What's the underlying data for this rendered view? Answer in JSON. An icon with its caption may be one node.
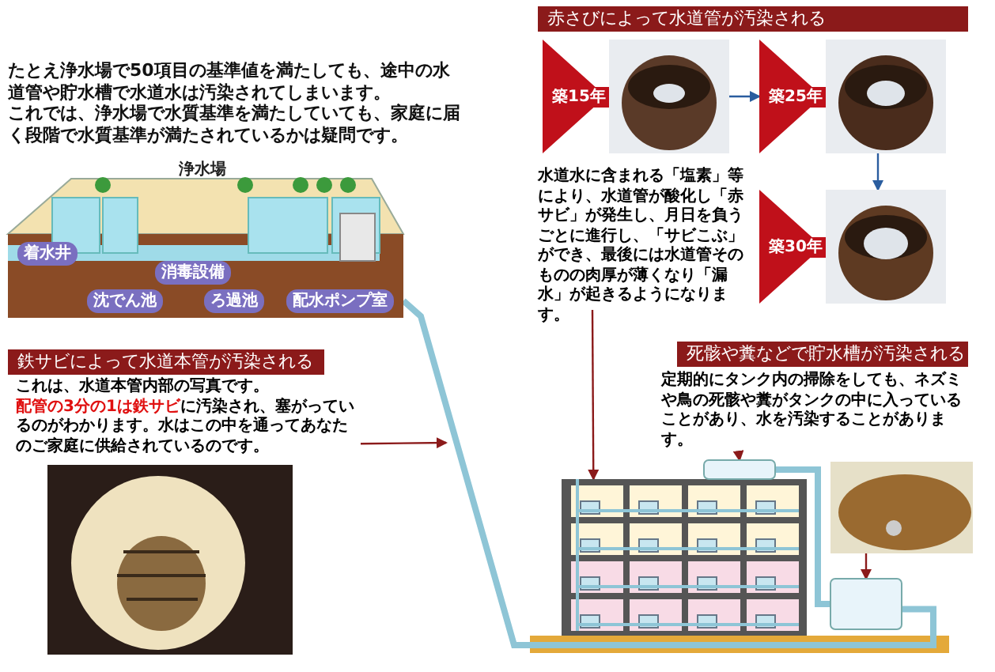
{
  "diagram": {
    "nodes": [
      {
        "text": [
          "浄水場"
        ]
      },
      {
        "text": [
          "着水井"
        ],
        "in": 0
      },
      {
        "text": [
          "消毒設備"
        ],
        "in": 0
      },
      {
        "text": [
          "沈でん池"
        ],
        "in": 0
      },
      {
        "text": [
          "ろ過池"
        ],
        "in": 0
      },
      {
        "text": [
          "配水ポンプ室"
        ],
        "in": 0
      },
      {
        "text": [
          "赤さびによって水道管が汚染される"
        ]
      },
      {
        "text": [
          "築15年"
        ]
      },
      {
        "text": [
          "築25年"
        ]
      },
      {
        "text": [
          "築30年"
        ]
      },
      {
        "text": [
          "水道水に含まれる「塩素」等により、水道管が酸化し「赤サビ」が発生し、月日を負うごとに進行し、「サビこぶ」ができ、最後には水道管そのものの肉厚が薄くなり「漏水」が起きるようになります。"
        ]
      },
      {
        "text": [
          "鉄サビによって水道本管が汚染される"
        ]
      },
      {
        "text": [
          "これは、水道本管内部の写真です。",
          "**配管の3分の1は鉄サビ**に汚染され、塞がっているのがわかります。水はこの中を通ってあなたのご家庭に供給されているのです。"
        ]
      },
      {
        "text": [],
        "shape": "picture"
      },
      {
        "text": [
          "死骸や糞などで貯水槽が汚染される"
        ]
      },
      {
        "text": [
          "定期的にタンク内の掃除をしても、ネズミや鳥の死骸や糞がタンクの中に入っていることがあり、水を汚染することがあります。"
        ]
      },
      {
        "text": [],
        "shape": "picture"
      },
      {
        "text": [],
        "shape": "box"
      },
      {
        "text": [],
        "shape": "picture"
      },
      {
        "text": [],
        "shape": "box"
      }
    ],
    "edges": [
      {
        "from": 7,
        "to": 8,
        "arrow": "to",
        "color": "#2a5d9f"
      },
      {
        "from": 8,
        "to": 9,
        "arrow": "to",
        "color": "#2a5d9f"
      },
      {
        "from": 10,
        "to": 16,
        "arrow": "to"
      },
      {
        "from": 12,
        "to": null,
        "arrow": "to"
      },
      {
        "from": 15,
        "to": 17,
        "arrow": "to"
      },
      {
        "from": 18,
        "to": 19,
        "arrow": "to"
      },
      {
        "from": 0,
        "to": 19,
        "arrow": "none",
        "style": "thick",
        "color": "#8ec5d6"
      },
      {
        "from": 19,
        "to": 17,
        "arrow": "none",
        "style": "thick",
        "color": "#8ec5d6"
      }
    ],
    "labels": [
      "たとえ浄水場で50項目の基準値を満たしても、途中の水道管や貯水槽で水道水は汚染されてしまいます。",
      "これでは、浄水場で水質基準を満たしていても、家庭に届く段階で水質基準が満たされているかは疑問です。"
    ]
  }
}
